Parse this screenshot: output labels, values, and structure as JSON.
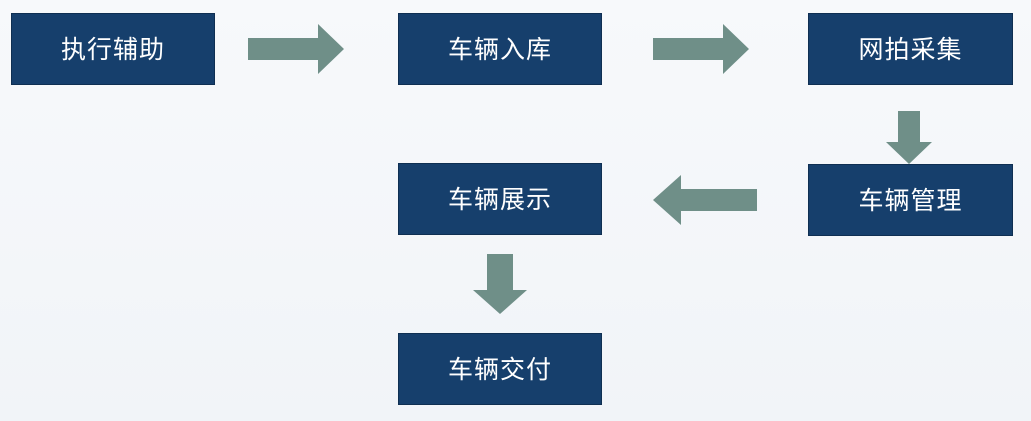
{
  "diagram": {
    "nodes": {
      "execute_assist": "执行辅助",
      "vehicle_inbound": "车辆入库",
      "network_capture": "网拍采集",
      "vehicle_management": "车辆管理",
      "vehicle_display": "车辆展示",
      "vehicle_delivery": "车辆交付"
    },
    "colors": {
      "box_fill": "#163f6c",
      "arrow_fill": "#6f8f88",
      "background": "#f3f6f9"
    }
  }
}
